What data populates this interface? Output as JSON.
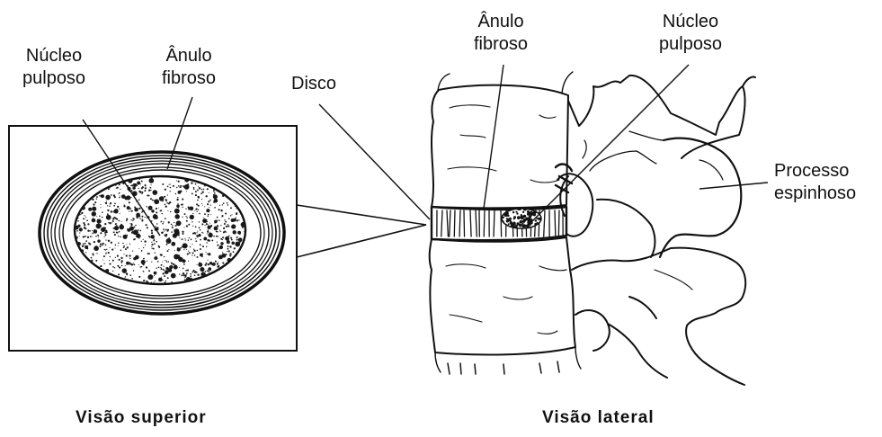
{
  "top_view": {
    "nucleus_label": [
      "Núcleo",
      "pulposo"
    ],
    "annulus_label": [
      "Ânulo",
      "fibroso"
    ],
    "caption": "Visão superior"
  },
  "lateral_view": {
    "disc_label": "Disco",
    "annulus_label": [
      "Ânulo",
      "fibroso"
    ],
    "nucleus_label": [
      "Núcleo",
      "pulposo"
    ],
    "spinous_label": [
      "Processo",
      "espinhoso"
    ],
    "caption": "Visão lateral"
  },
  "colors": {
    "ink": "#111111",
    "background": "#ffffff",
    "stipple": "#1a1a1a"
  }
}
